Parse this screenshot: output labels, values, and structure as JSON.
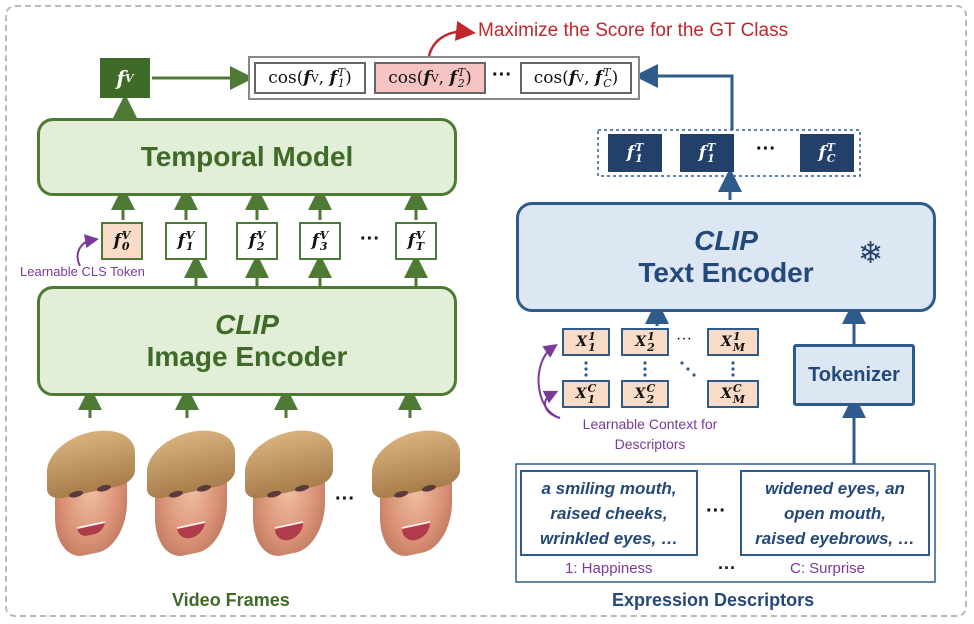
{
  "top": {
    "annotation": "Maximize the Score for the GT Class",
    "video_feature": "f",
    "video_feature_sup": "V",
    "scores": [
      {
        "prefix": "cos(",
        "video": "f",
        "vsup": "V",
        "text": "f",
        "tsup": "T",
        "tsub": "1",
        "suffix": ")"
      },
      {
        "prefix": "cos(",
        "video": "f",
        "vsup": "V",
        "text": "f",
        "tsup": "T",
        "tsub": "2",
        "suffix": ")"
      },
      {
        "prefix": "cos(",
        "video": "f",
        "vsup": "V",
        "text": "f",
        "tsup": "T",
        "tsub": "C",
        "suffix": ")"
      }
    ],
    "ellipsis": "···"
  },
  "video_branch": {
    "temporal_model": "Temporal Model",
    "image_encoder_title": "CLIP",
    "image_encoder_sub": "Image Encoder",
    "cls_label": "Learnable CLS Token",
    "features": [
      {
        "base": "f",
        "sup": "V",
        "sub": "0"
      },
      {
        "base": "f",
        "sup": "V",
        "sub": "1"
      },
      {
        "base": "f",
        "sup": "V",
        "sub": "2"
      },
      {
        "base": "f",
        "sup": "V",
        "sub": "3"
      },
      {
        "base": "f",
        "sup": "V",
        "sub": "T"
      }
    ],
    "ellipsis": "···",
    "frames_label": "Video Frames"
  },
  "text_branch": {
    "text_features": [
      {
        "base": "f",
        "sup": "T",
        "sub": "1"
      },
      {
        "base": "f",
        "sup": "T",
        "sub": "1"
      },
      {
        "base": "f",
        "sup": "T",
        "sub": "C"
      }
    ],
    "ellipsis": "···",
    "text_encoder_title": "CLIP",
    "text_encoder_sub": "Text Encoder",
    "frozen_icon": "snowflake-icon",
    "tokenizer": "Tokenizer",
    "context_tokens_top": [
      {
        "base": "X",
        "sup": "1",
        "sub": "1"
      },
      {
        "base": "X",
        "sup": "1",
        "sub": "2"
      },
      {
        "base": "X",
        "sup": "1",
        "sub": "M"
      }
    ],
    "context_tokens_bottom": [
      {
        "base": "X",
        "sup": "C",
        "sub": "1"
      },
      {
        "base": "X",
        "sup": "C",
        "sub": "2"
      },
      {
        "base": "X",
        "sup": "C",
        "sub": "M"
      }
    ],
    "context_label_1": "Learnable Context for",
    "context_label_2": "Descriptors",
    "descriptor_left": [
      "a smiling mouth,",
      "raised cheeks,",
      "wrinkled eyes, …"
    ],
    "descriptor_right": [
      "widened eyes, an",
      "open mouth,",
      "raised eyebrows, …"
    ],
    "class_left": "1: Happiness",
    "class_right": "C: Surprise",
    "descriptors_label": "Expression Descriptors"
  },
  "colors": {
    "green": "#4f7a35",
    "blue": "#2f5b8c",
    "accent_red": "#c0272d",
    "purple": "#7a3a9a"
  }
}
